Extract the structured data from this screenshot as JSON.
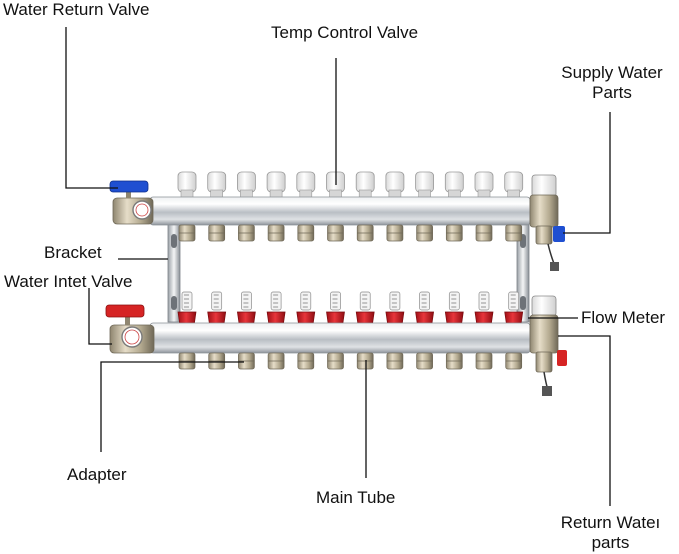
{
  "labels": {
    "water_return_valve": "Water Return Valve",
    "temp_control_valve": "Temp Control Valve",
    "supply_water_parts_line1": "Supply Water",
    "supply_water_parts_line2": "Parts",
    "bracket": "Bracket",
    "water_inlet_valve": "Water Intet Valve",
    "flow_meter": "Flow Meter",
    "adapter": "Adapter",
    "main_tube": "Main Tube",
    "return_water_parts_line1": "Return Wateı",
    "return_water_parts_line2": "parts"
  },
  "manifold": {
    "loops": 12
  },
  "colors": {
    "return_valve_handle": "#1f4fd1",
    "inlet_valve_handle": "#d62424",
    "flow_meter_cap": "#d51f26",
    "temp_cap": "#f2f2f2",
    "steel": "#c9cdd2",
    "brass_nut": "#b8a98a",
    "leader_line": "#111111"
  }
}
